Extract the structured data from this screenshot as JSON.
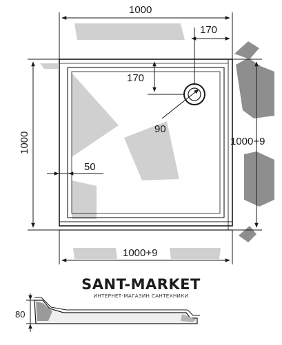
{
  "dimensions": {
    "top_width": "1000",
    "top_offset": "170",
    "drain_offset_y": "170",
    "drain_diameter": "90",
    "left_height": "1000",
    "right_height": "1000+9",
    "rim_width": "50",
    "bottom_width": "1000+9",
    "profile_height": "80"
  },
  "brand": {
    "name_left": "SANT",
    "name_dash": "-",
    "name_right": "MARKET",
    "tagline": "ИНТЕРНЕТ-МАГАЗИН САНТЕХНИКИ"
  },
  "colors": {
    "line": "#1a1a1a",
    "shade": "#cfcfcf",
    "shade_dark": "#8a8a8a"
  }
}
